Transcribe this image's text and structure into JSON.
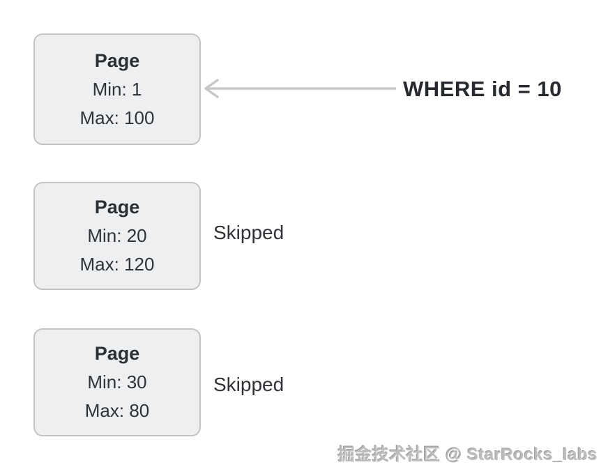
{
  "pages": [
    {
      "title": "Page",
      "min_label": "Min: 1",
      "max_label": "Max: 100",
      "note": ""
    },
    {
      "title": "Page",
      "min_label": "Min: 20",
      "max_label": "Max: 120",
      "note": "Skipped"
    },
    {
      "title": "Page",
      "min_label": "Min: 30",
      "max_label": "Max: 80",
      "note": "Skipped"
    }
  ],
  "annotation": {
    "query_label": "WHERE id = 10"
  },
  "watermark": "掘金技术社区 @ StarRocks_labs",
  "colors": {
    "background": "#ffffff",
    "box_fill": "#eeeff0",
    "box_border": "#c2c4c6",
    "text": "#2f3237",
    "arrow": "#c6c8ca",
    "watermark": "#bcbcbc"
  }
}
